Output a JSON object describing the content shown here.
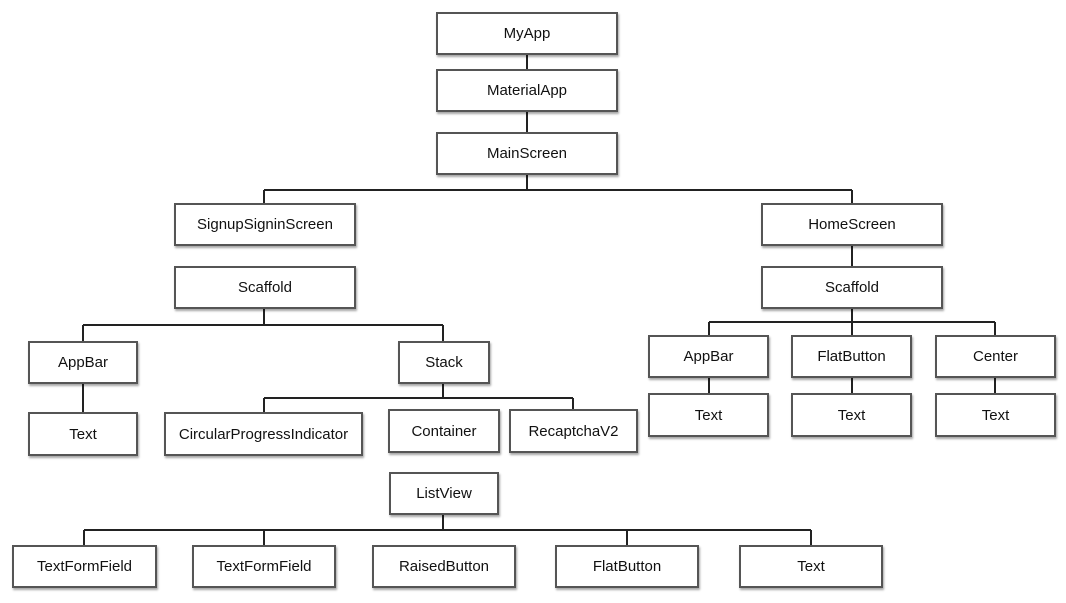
{
  "nodes": {
    "myapp": "MyApp",
    "materialapp": "MaterialApp",
    "mainscreen": "MainScreen",
    "signup": "SignupSigninScreen",
    "home": "HomeScreen",
    "scaffold_left": "Scaffold",
    "scaffold_right": "Scaffold",
    "appbar_left": "AppBar",
    "stack": "Stack",
    "text_left_appbar": "Text",
    "circular": "CircularProgressIndicator",
    "container": "Container",
    "recaptcha": "RecaptchaV2",
    "listview": "ListView",
    "textformfield_1": "TextFormField",
    "textformfield_2": "TextFormField",
    "raisedbutton": "RaisedButton",
    "flatbutton_list": "FlatButton",
    "text_list": "Text",
    "appbar_right": "AppBar",
    "flatbutton_right": "FlatButton",
    "center": "Center",
    "text_right_appbar": "Text",
    "text_right_flatbutton": "Text",
    "text_right_center": "Text"
  }
}
